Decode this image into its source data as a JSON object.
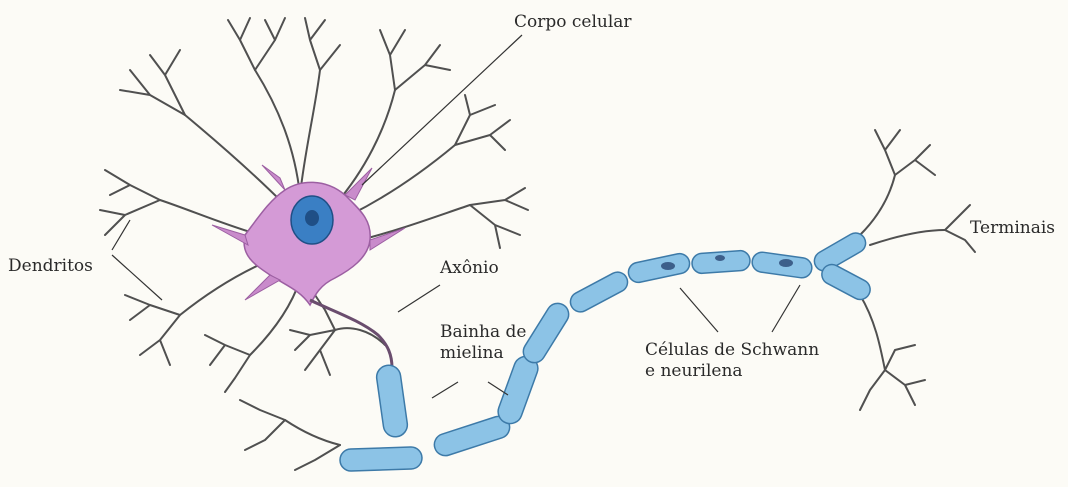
{
  "labels": {
    "cell_body": "Corpo celular",
    "dendrites": "Dendritos",
    "axon": "Axônio",
    "myelin_sheath": [
      "Bainha de",
      "mielina"
    ],
    "schwann_cells": [
      "Células de Schwann",
      "e neurilena"
    ],
    "terminals": "Terminais"
  },
  "colors": {
    "cell_body_fill": "#d49ad6",
    "nucleus": "#3a7fc4",
    "myelin": "#8cc3e6",
    "branch": "#505050",
    "leader_line": "#333333",
    "label_text": "#2a2a2a"
  }
}
